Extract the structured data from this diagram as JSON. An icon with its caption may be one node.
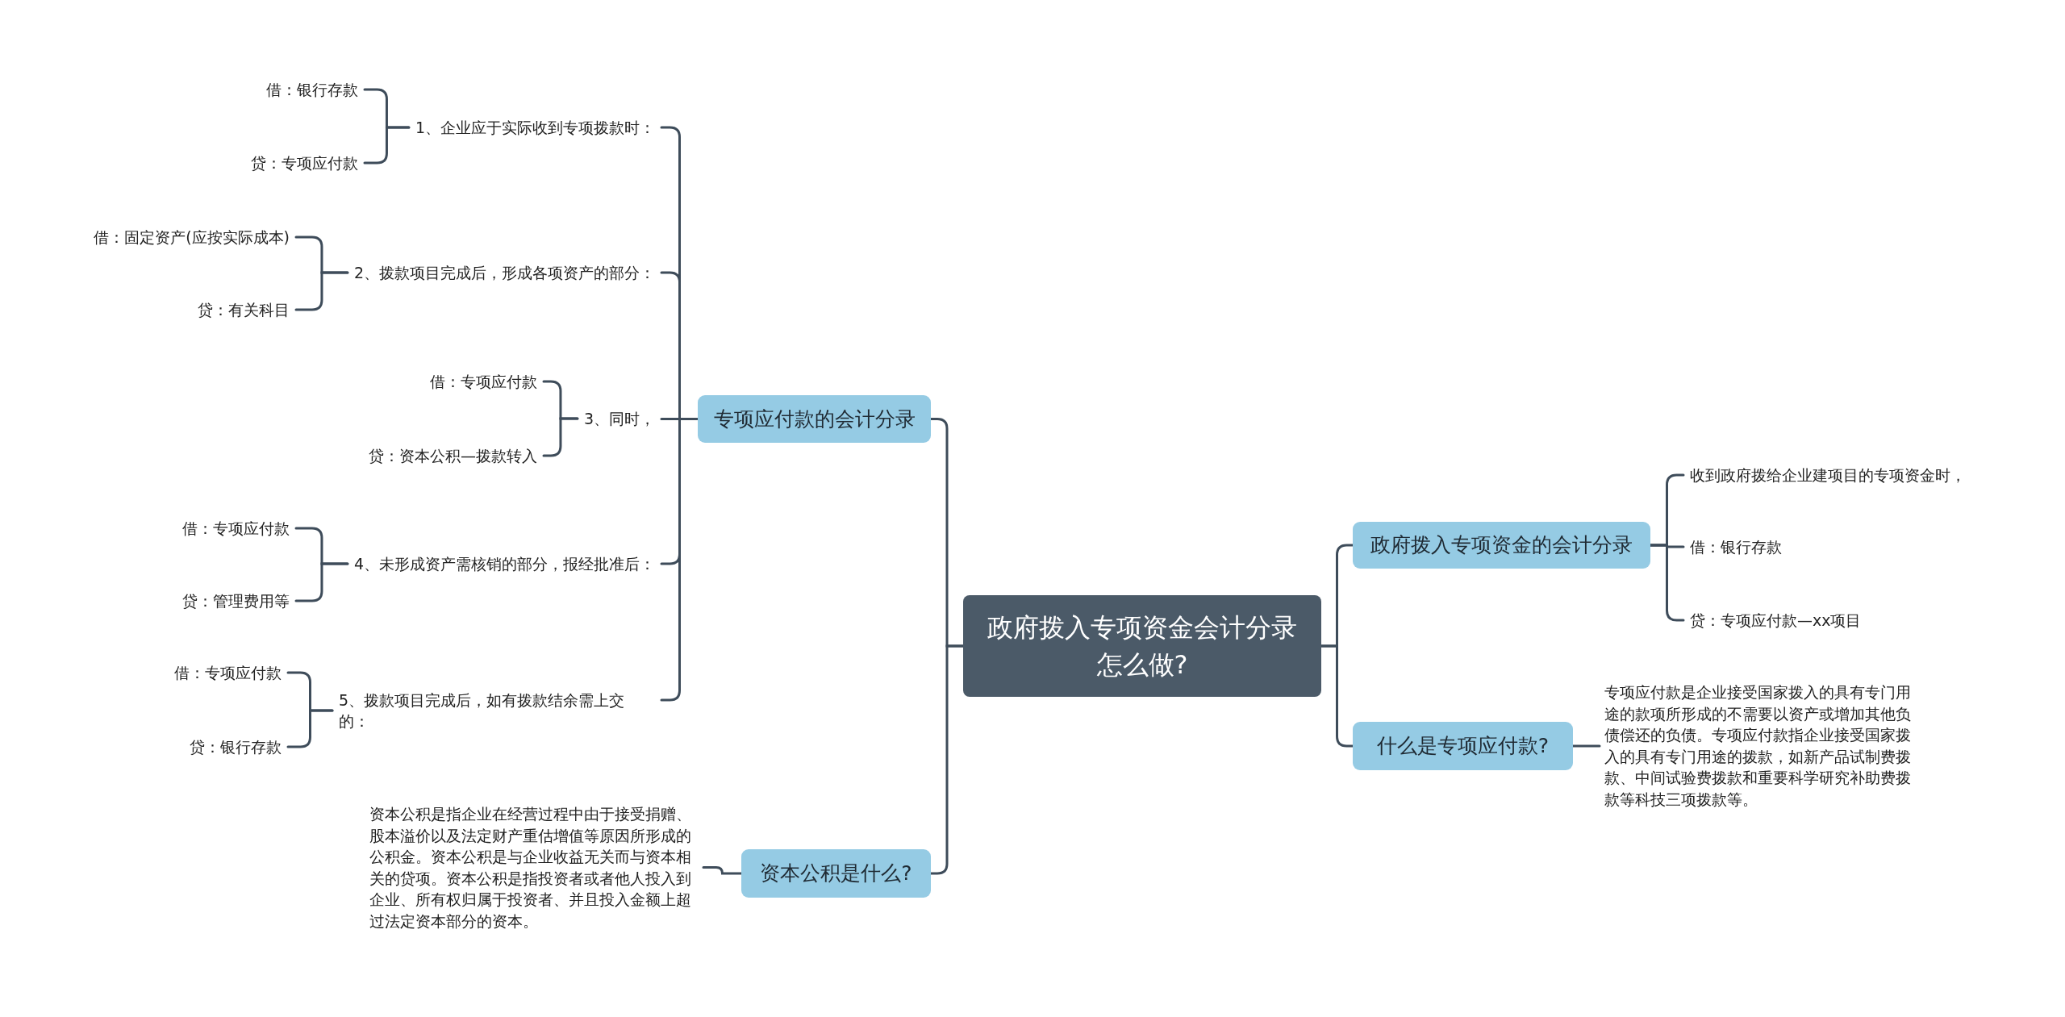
{
  "diagram": {
    "nodes": [
      {
        "text": [
          "政府拨入专项资金会计分录怎么做?"
        ]
      },
      {
        "text": [
          "专项应付款的会计分录"
        ]
      },
      {
        "text": [
          "1、企业应于实际收到专项拨款时："
        ]
      },
      {
        "text": [
          "借：银行存款"
        ]
      },
      {
        "text": [
          "贷：专项应付款"
        ]
      },
      {
        "text": [
          "2、拨款项目完成后，形成各项资产的部分："
        ]
      },
      {
        "text": [
          "借：固定资产(应按实际成本)"
        ]
      },
      {
        "text": [
          "贷：有关科目"
        ]
      },
      {
        "text": [
          "3、同时，"
        ]
      },
      {
        "text": [
          "借：专项应付款"
        ]
      },
      {
        "text": [
          "贷：资本公积—拨款转入"
        ]
      },
      {
        "text": [
          "4、未形成资产需核销的部分，报经批准后："
        ]
      },
      {
        "text": [
          "借：专项应付款"
        ]
      },
      {
        "text": [
          "贷：管理费用等"
        ]
      },
      {
        "text": [
          "5、拨款项目完成后，如有拨款结余需上交的："
        ]
      },
      {
        "text": [
          "借：专项应付款"
        ]
      },
      {
        "text": [
          "贷：银行存款"
        ]
      },
      {
        "text": [
          "资本公积是什么?"
        ]
      },
      {
        "text": [
          "资本公积是指企业在经营过程中由于接受捐赠、股本溢价以及法定财产重估增值等原因所形成的公积金。资本公积是与企业收益无关而与资本相关的贷项。资本公积是指投资者或者他人投入到企业、所有权归属于投资者、并且投入金额上超过法定资本部分的资本。"
        ]
      },
      {
        "text": [
          "政府拨入专项资金的会计分录"
        ]
      },
      {
        "text": [
          "收到政府拨给企业建项目的专项资金时，"
        ]
      },
      {
        "text": [
          "借：银行存款"
        ]
      },
      {
        "text": [
          "贷：专项应付款—xx项目"
        ]
      },
      {
        "text": [
          "什么是专项应付款?"
        ]
      },
      {
        "text": [
          "专项应付款是企业接受国家拨入的具有专门用途的款项所形成的不需要以资产或增加其他负债偿还的负债。专项应付款指企业接受国家拨入的具有专门用途的拨款，如新产品试制费拨款、中间试验费拨款和重要科学研究补助费拨款等科技三项拨款等。"
        ]
      }
    ],
    "edges": [
      {
        "from": 0,
        "to": 1,
        "arrow": "none"
      },
      {
        "from": 1,
        "to": 2,
        "arrow": "none"
      },
      {
        "from": 2,
        "to": 3,
        "arrow": "none"
      },
      {
        "from": 2,
        "to": 4,
        "arrow": "none"
      },
      {
        "from": 1,
        "to": 5,
        "arrow": "none"
      },
      {
        "from": 5,
        "to": 6,
        "arrow": "none"
      },
      {
        "from": 5,
        "to": 7,
        "arrow": "none"
      },
      {
        "from": 1,
        "to": 8,
        "arrow": "none"
      },
      {
        "from": 8,
        "to": 9,
        "arrow": "none"
      },
      {
        "from": 8,
        "to": 10,
        "arrow": "none"
      },
      {
        "from": 1,
        "to": 11,
        "arrow": "none"
      },
      {
        "from": 11,
        "to": 12,
        "arrow": "none"
      },
      {
        "from": 11,
        "to": 13,
        "arrow": "none"
      },
      {
        "from": 1,
        "to": 14,
        "arrow": "none"
      },
      {
        "from": 14,
        "to": 15,
        "arrow": "none"
      },
      {
        "from": 14,
        "to": 16,
        "arrow": "none"
      },
      {
        "from": 0,
        "to": 17,
        "arrow": "none"
      },
      {
        "from": 17,
        "to": 18,
        "arrow": "none"
      },
      {
        "from": 0,
        "to": 19,
        "arrow": "none"
      },
      {
        "from": 19,
        "to": 20,
        "arrow": "none"
      },
      {
        "from": 19,
        "to": 21,
        "arrow": "none"
      },
      {
        "from": 19,
        "to": 22,
        "arrow": "none"
      },
      {
        "from": 0,
        "to": 23,
        "arrow": "none"
      },
      {
        "from": 23,
        "to": 24,
        "arrow": "none"
      }
    ]
  }
}
